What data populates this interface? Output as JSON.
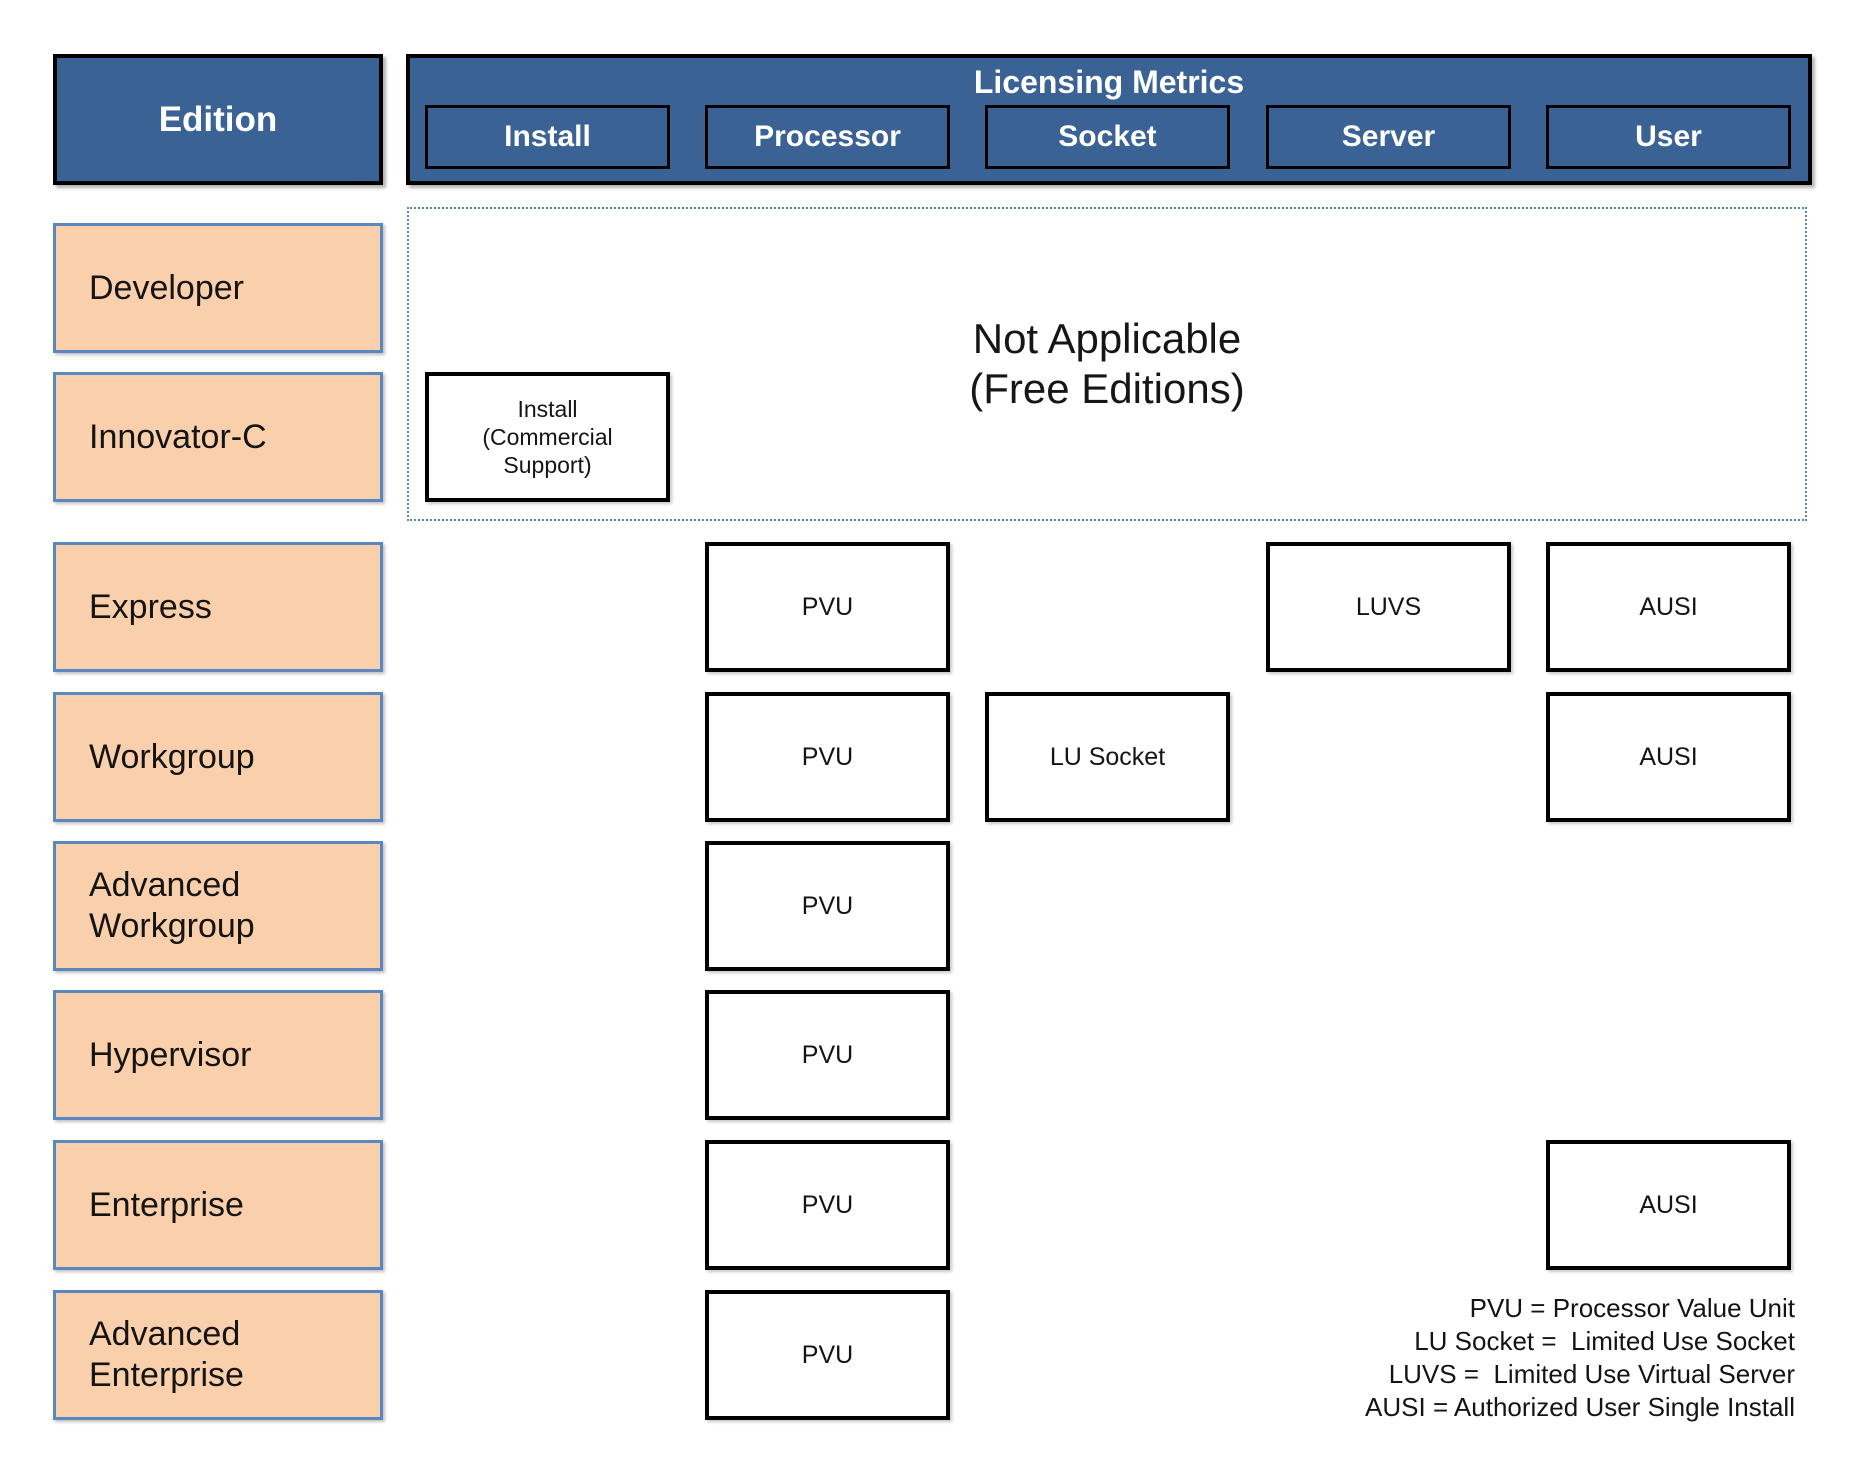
{
  "header": {
    "edition_label": "Edition",
    "metrics_title": "Licensing Metrics"
  },
  "columns": [
    {
      "key": "install",
      "label": "Install"
    },
    {
      "key": "processor",
      "label": "Processor"
    },
    {
      "key": "socket",
      "label": "Socket"
    },
    {
      "key": "server",
      "label": "Server"
    },
    {
      "key": "user",
      "label": "User"
    }
  ],
  "not_applicable": {
    "line1": "Not Applicable",
    "line2": "(Free Editions)"
  },
  "editions": [
    {
      "label": "Developer",
      "metrics": {}
    },
    {
      "label": "Innovator-C",
      "metrics": {
        "install_lines": [
          "Install",
          "(Commercial",
          "Support)"
        ]
      }
    },
    {
      "label": "Express",
      "metrics": {
        "processor": "PVU",
        "server": "LUVS",
        "user": "AUSI"
      }
    },
    {
      "label": "Workgroup",
      "metrics": {
        "processor": "PVU",
        "socket": "LU Socket",
        "user": "AUSI"
      }
    },
    {
      "label": "Advanced Workgroup",
      "metrics": {
        "processor": "PVU"
      }
    },
    {
      "label": "Hypervisor",
      "metrics": {
        "processor": "PVU"
      }
    },
    {
      "label": "Enterprise",
      "metrics": {
        "processor": "PVU",
        "user": "AUSI"
      }
    },
    {
      "label": "Advanced Enterprise",
      "metrics": {
        "processor": "PVU"
      }
    }
  ],
  "legend": [
    "PVU = Processor Value Unit",
    "LU Socket =  Limited Use Socket",
    "LUVS =  Limited Use Virtual Server",
    "AUSI = Authorized User Single Install"
  ],
  "colors": {
    "header_bg": "#3a6294",
    "header_text": "#ffffff",
    "edition_fill": "#facfab",
    "edition_border": "#5b87c0",
    "box_border": "#000000",
    "dotted_border": "#5585c2",
    "text": "#141414",
    "background": "#ffffff"
  }
}
